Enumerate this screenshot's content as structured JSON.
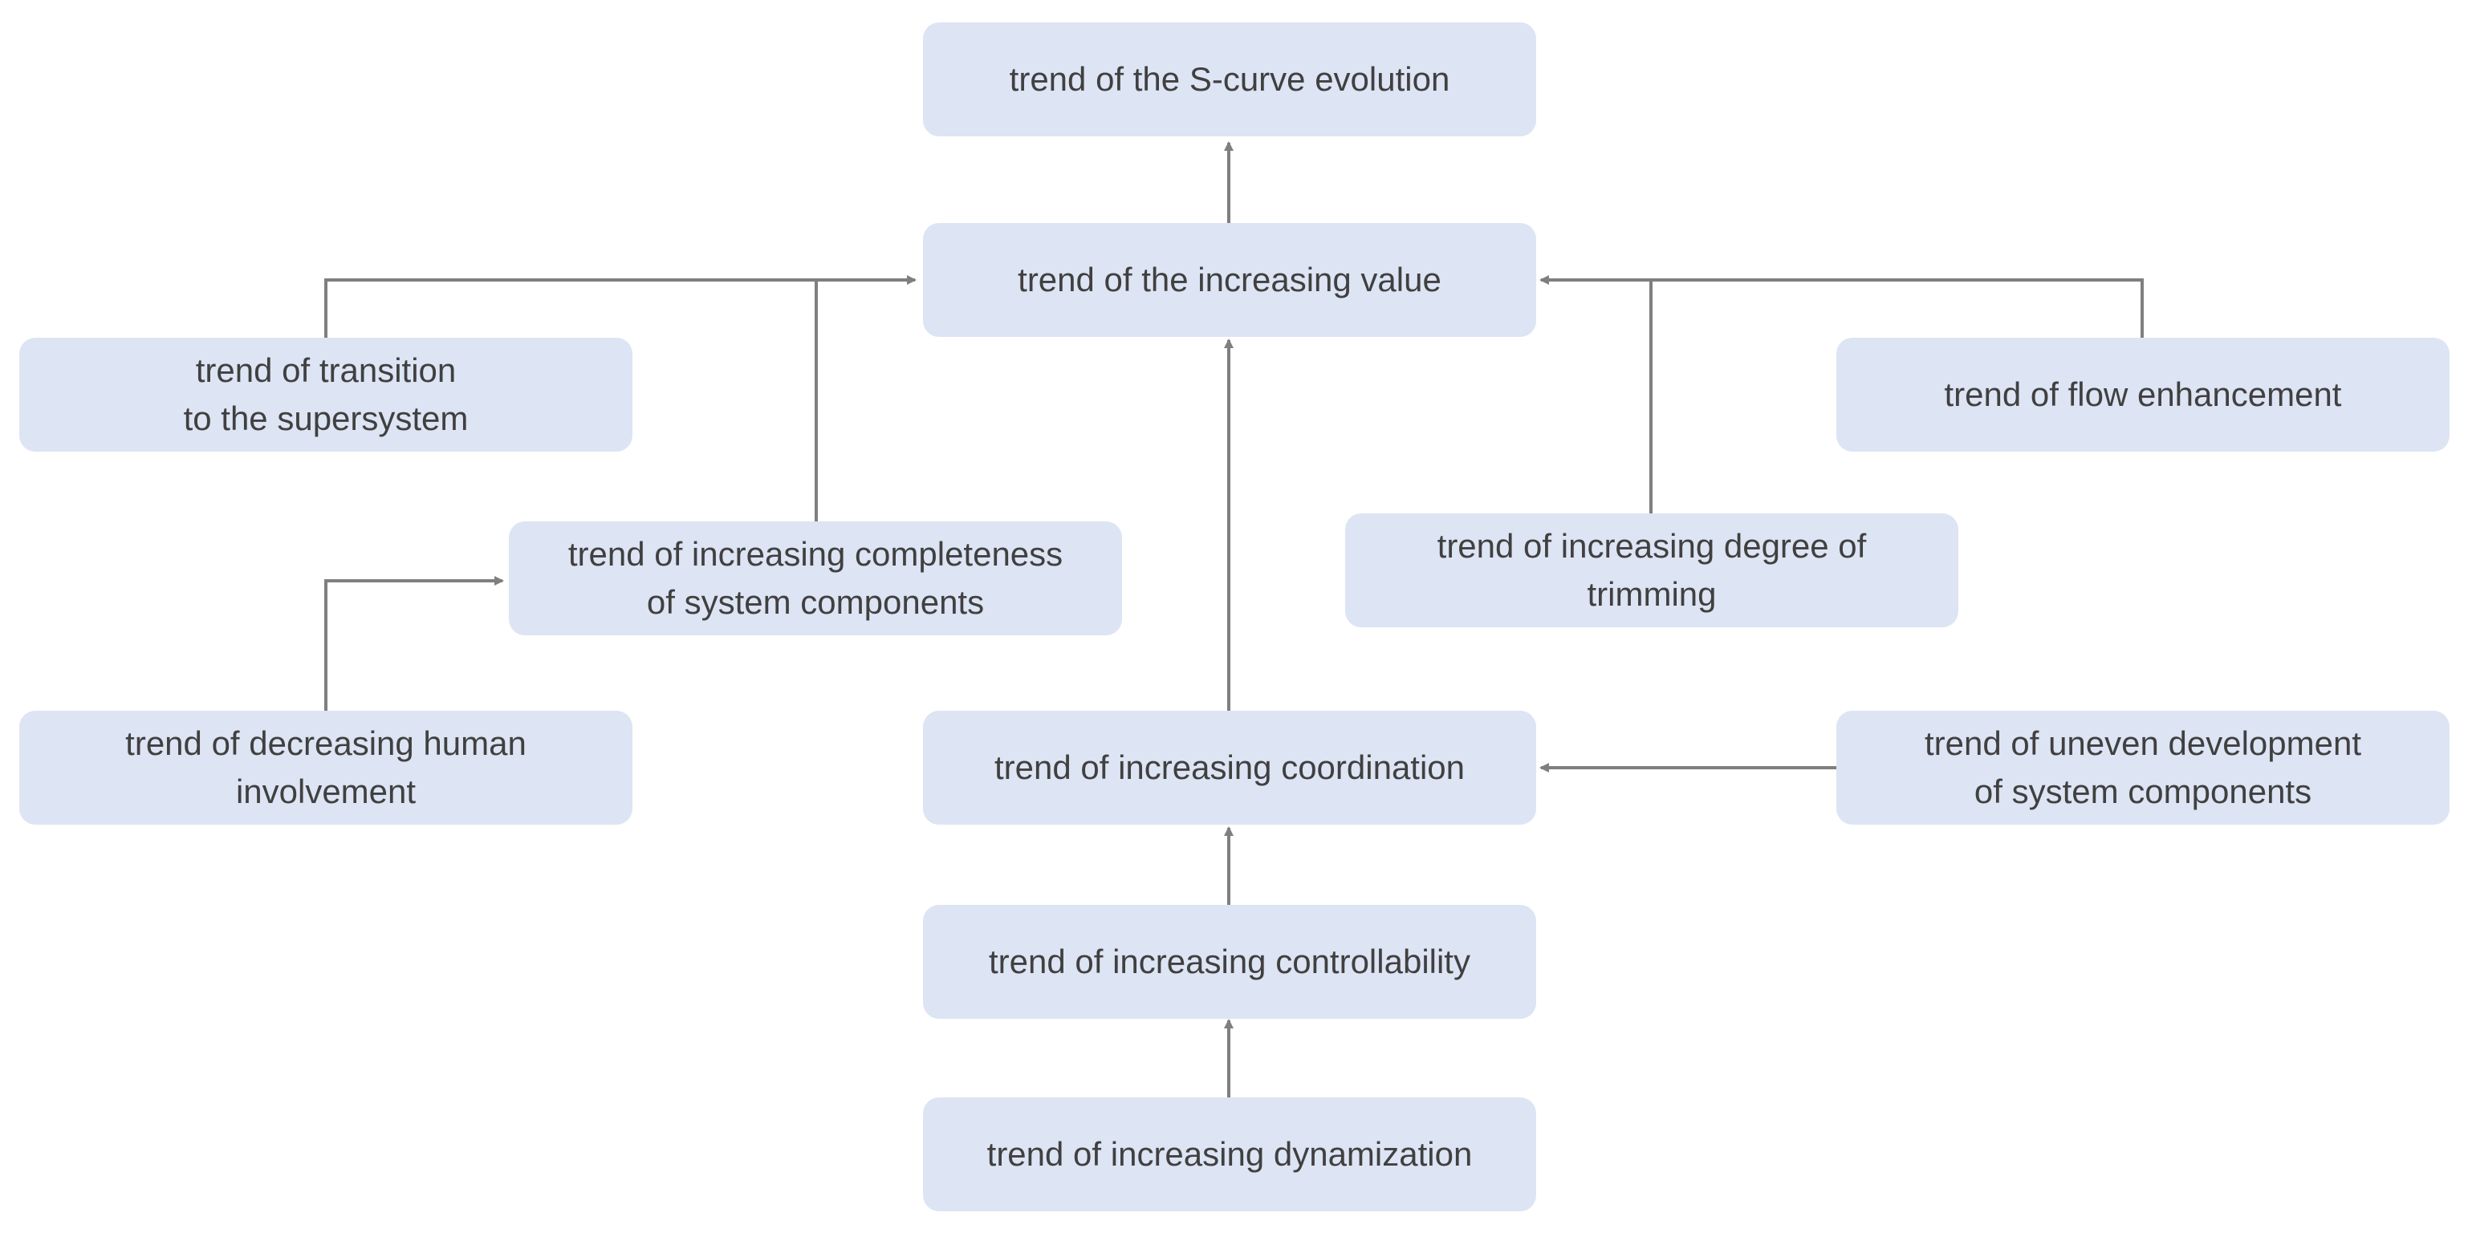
{
  "diagram": {
    "accent_color": "#dde4f4",
    "text_color": "#404040",
    "line_color": "#7f7f7f",
    "nodes": {
      "s_curve": {
        "text": "trend of the S-curve evolution"
      },
      "increasing_value": {
        "text": "trend of the increasing value"
      },
      "transition_supersystem": {
        "lines": [
          "trend of transition",
          "to the supersystem"
        ]
      },
      "flow_enhancement": {
        "text": "trend of flow enhancement"
      },
      "completeness": {
        "lines": [
          "trend of increasing completeness",
          "of system components"
        ]
      },
      "trimming": {
        "lines": [
          "trend of increasing degree of",
          "trimming"
        ]
      },
      "human_involvement": {
        "lines": [
          "trend of decreasing human",
          "involvement"
        ]
      },
      "coordination": {
        "text": "trend of increasing coordination"
      },
      "uneven_development": {
        "lines": [
          "trend of uneven development",
          "of system components"
        ]
      },
      "controllability": {
        "text": "trend of increasing controllability"
      },
      "dynamization": {
        "text": "trend of increasing dynamization"
      }
    },
    "edges": [
      {
        "from": "increasing_value",
        "to": "s_curve"
      },
      {
        "from": "transition_supersystem",
        "to": "increasing_value"
      },
      {
        "from": "completeness",
        "to": "increasing_value"
      },
      {
        "from": "flow_enhancement",
        "to": "increasing_value"
      },
      {
        "from": "trimming",
        "to": "increasing_value"
      },
      {
        "from": "coordination",
        "to": "increasing_value"
      },
      {
        "from": "human_involvement",
        "to": "completeness"
      },
      {
        "from": "uneven_development",
        "to": "coordination"
      },
      {
        "from": "controllability",
        "to": "coordination"
      },
      {
        "from": "dynamization",
        "to": "controllability"
      }
    ]
  }
}
